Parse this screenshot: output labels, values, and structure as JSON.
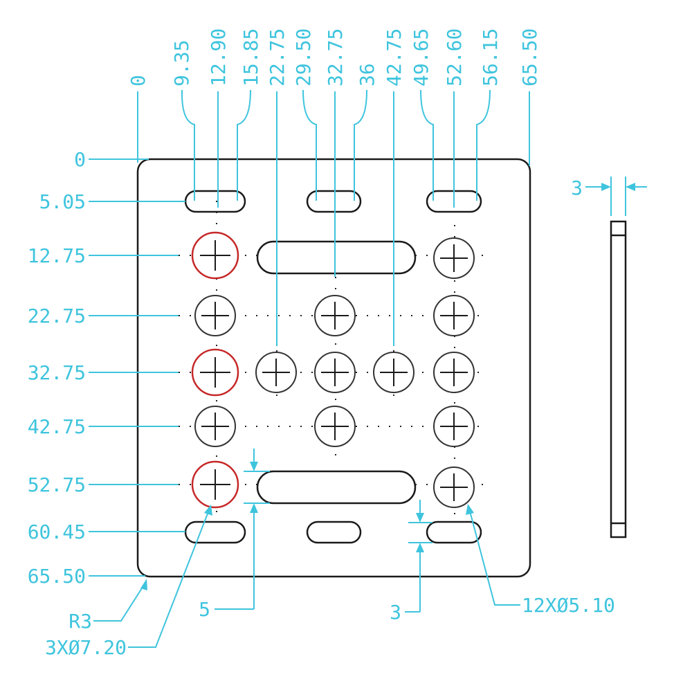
{
  "x_dims": [
    "0",
    "9.35",
    "12.90",
    "15.85",
    "22.75",
    "29.50",
    "32.75",
    "36",
    "42.75",
    "49.65",
    "52.60",
    "56.15",
    "65.50"
  ],
  "y_dims": [
    "0",
    "5.05",
    "12.75",
    "22.75",
    "32.75",
    "42.75",
    "52.75",
    "60.45",
    "65.50"
  ],
  "callouts": {
    "thickness": "3",
    "radius": "R3",
    "large_holes": "3XØ7.20",
    "small_holes": "12XØ5.10",
    "slot_gap": "5",
    "slot_offset": "3"
  },
  "colors": {
    "dimension": "#3ec4dd",
    "outline": "#1a1a1a",
    "highlight": "#c62828"
  }
}
